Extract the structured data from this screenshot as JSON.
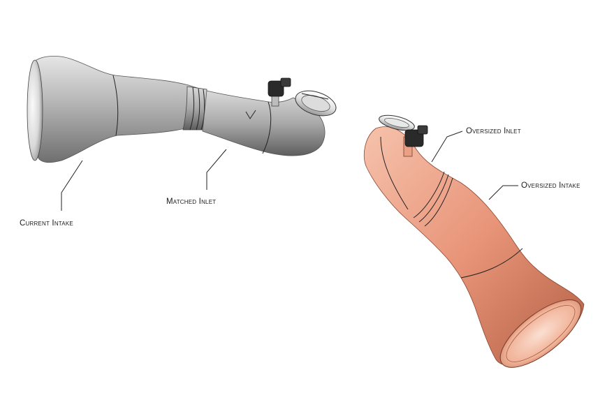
{
  "labels": {
    "current_intake": "Current Intake",
    "matched_inlet": "Matched Inlet",
    "oversized_inlet": "Oversized Inlet",
    "oversized_intake": "Oversized Intake"
  },
  "colors": {
    "gray_light": "#e6e6e6",
    "gray_mid": "#b4b4b4",
    "gray_dark": "#6f6f6f",
    "copper_light": "#f6c2ac",
    "copper_mid": "#e89478",
    "copper_dark": "#b15f45",
    "clamp_dark": "#2a2a2a",
    "ring_light": "#f2f2f2"
  }
}
